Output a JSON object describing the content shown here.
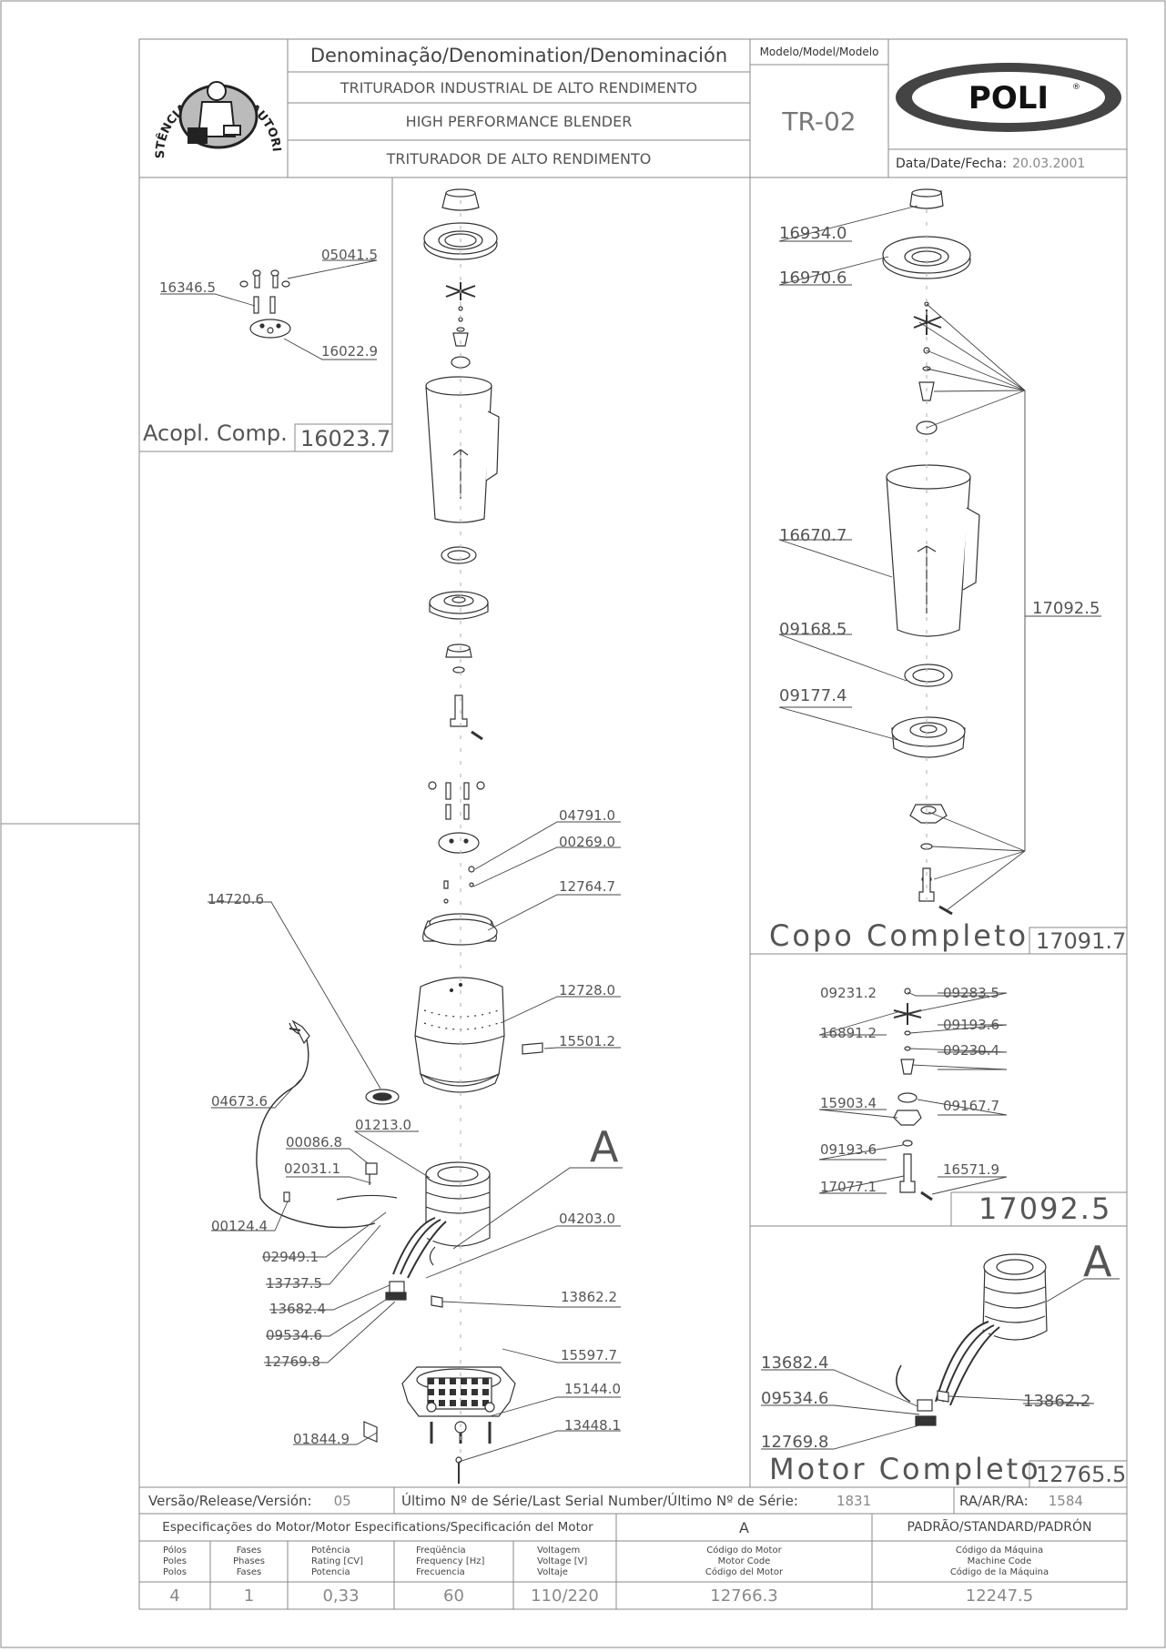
{
  "header": {
    "denomination_label": "Denominação/Denomination/Denominación",
    "name_pt": "TRITURADOR INDUSTRIAL DE ALTO RENDIMENTO",
    "name_en": "HIGH PERFORMANCE BLENDER",
    "name_es": "TRITURADOR DE ALTO RENDIMENTO",
    "model_label": "Modelo/Model/Modelo",
    "model": "TR-02",
    "brand": "POLI",
    "date_label": "Data/Date/Fecha:",
    "date": "20.03.2001",
    "seal_text": "ASSISTÊNCIA TÉCNICA AUTORIZADA"
  },
  "icons": {
    "seal": "technician-seal-icon",
    "logo": "poli-logo-icon"
  },
  "assemblies": {
    "coupling": {
      "label": "Acopl. Comp.",
      "code": "16023.7"
    },
    "cup": {
      "label": "Copo Completo",
      "code": "17091.7"
    },
    "blade": {
      "code": "17092.5"
    },
    "motor": {
      "label": "Motor Completo",
      "code": "12765.5"
    }
  },
  "parts": {
    "coupling": [
      "05041.5",
      "16346.5",
      "16022.9"
    ],
    "cup": [
      "16934.0",
      "16970.6",
      "16670.7",
      "09168.5",
      "09177.4",
      "17092.5"
    ],
    "blade": [
      "09231.2",
      "09283.5",
      "16891.2",
      "09193.6",
      "09230.4",
      "15903.4",
      "09167.7",
      "09193.6",
      "16571.9",
      "17077.1"
    ],
    "motor_detail": [
      "13682.4",
      "09534.6",
      "12769.8",
      "13862.2"
    ],
    "motor_detail_callout": "A",
    "main": [
      "04791.0",
      "00269.0",
      "12764.7",
      "14720.6",
      "12728.0",
      "15501.2",
      "04673.6",
      "01213.0",
      "00086.8",
      "02031.1",
      "00124.4",
      "04203.0",
      "02949.1",
      "13737.5",
      "13682.4",
      "13862.2",
      "09534.6",
      "12769.8",
      "15597.7",
      "15144.0",
      "01844.9",
      "13448.1"
    ],
    "main_callout": "A"
  },
  "release": {
    "version_label": "Versão/Release/Versión:",
    "version": "05",
    "serial_label": "Último Nº de Série/Last Serial Number/Último Nº de Série:",
    "serial": "1831",
    "ra_label": "RA/AR/RA:",
    "ra": "1584"
  },
  "specs": {
    "motor_title": "Especificações do Motor/Motor Especifications/Specificación del Motor",
    "standard_title": "PADRÃO/STANDARD/PADRÓN",
    "motor_group": "A",
    "headers": {
      "poles": [
        "Pólos",
        "Poles",
        "Polos"
      ],
      "phases": [
        "Fases",
        "Phases",
        "Fases"
      ],
      "power": [
        "Potência",
        "Rating [CV]",
        "Potencia"
      ],
      "frequency": [
        "Freqüência",
        "Frequency [Hz]",
        "Frecuencia"
      ],
      "voltage": [
        "Voltagem",
        "Voltage [V]",
        "Voltaje"
      ],
      "motor_code": [
        "Código do Motor",
        "Motor Code",
        "Código del Motor"
      ],
      "machine_code": [
        "Código da Máquina",
        "Machine Code",
        "Código de la Máquina"
      ]
    },
    "values": {
      "poles": "4",
      "phases": "1",
      "power": "0,33",
      "frequency": "60",
      "voltage": "110/220",
      "motor_code": "12766.3",
      "machine_code": "12247.5"
    }
  }
}
